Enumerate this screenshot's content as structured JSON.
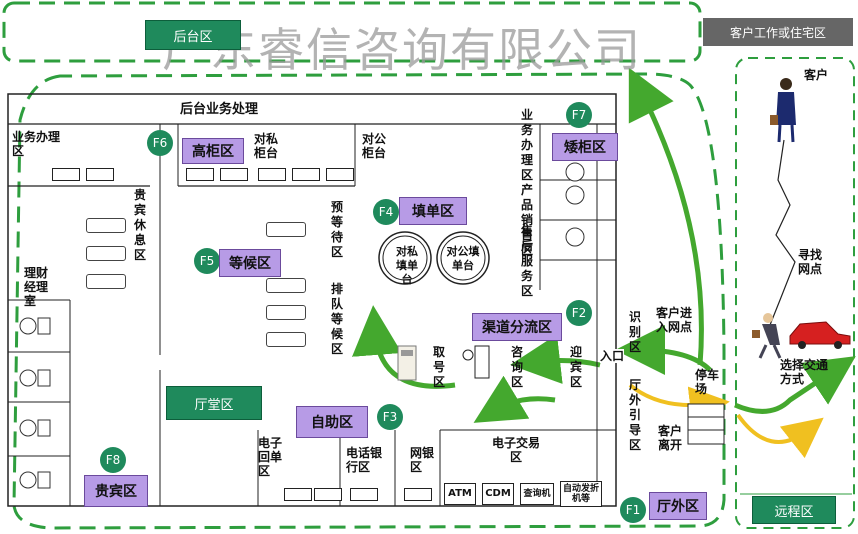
{
  "watermark": "广东睿信咨询有限公司",
  "zones": {
    "backstage": "后台区",
    "customer_zone": "客户工作或住宅区",
    "hall": "厅堂区",
    "outside": "厅外区",
    "remote": "远程区"
  },
  "areas": {
    "backend_processing": "后台业务处理",
    "business_office": "业务办理区",
    "high_counter": "高柜区",
    "private_counter": "对私柜台",
    "public_counter": "对公柜台",
    "low_counter": "矮柜区",
    "vip_rest": "贵宾休息区",
    "waiting": "等候区",
    "pre_waiting": "预等待区",
    "queue_waiting": "排队等候区",
    "form_fill": "填单区",
    "private_form_table": "对私填单台",
    "public_form_table": "对公填单台",
    "channel_split": "渠道分流区",
    "consult": "咨询区",
    "ticket": "取号区",
    "greet": "迎宾区",
    "identify": "识别区",
    "entrance": "入口",
    "outside_guide": "厅外引导区",
    "sales": "业务办理区产品销售区",
    "after_sales": "售后服务区",
    "wealth_manager": "理财经理室",
    "vip_zone": "贵宾区",
    "self_service": "自助区",
    "phone_bank": "电话银行区",
    "net_bank": "网银区",
    "e_receipt": "电子回单区",
    "e_trade": "电子交易区"
  },
  "machines": [
    "ATM",
    "CDM",
    "查询机",
    "自动发折机等"
  ],
  "flow": {
    "customer": "客户",
    "find_branch": "寻找网点",
    "choose_transport": "选择交通方式",
    "parking": "停车场",
    "customer_enter": "客户进入网点",
    "customer_leave": "客户离开"
  },
  "codes": [
    "F1",
    "F2",
    "F3",
    "F4",
    "F5",
    "F6",
    "F7",
    "F8"
  ],
  "colors": {
    "zone_green": "#1f8a5c",
    "area_purple": "#b79be6",
    "dashed_border": "#2e9e3e",
    "arrow_green": "#44a82e",
    "arrow_yellow": "#f0c020"
  }
}
